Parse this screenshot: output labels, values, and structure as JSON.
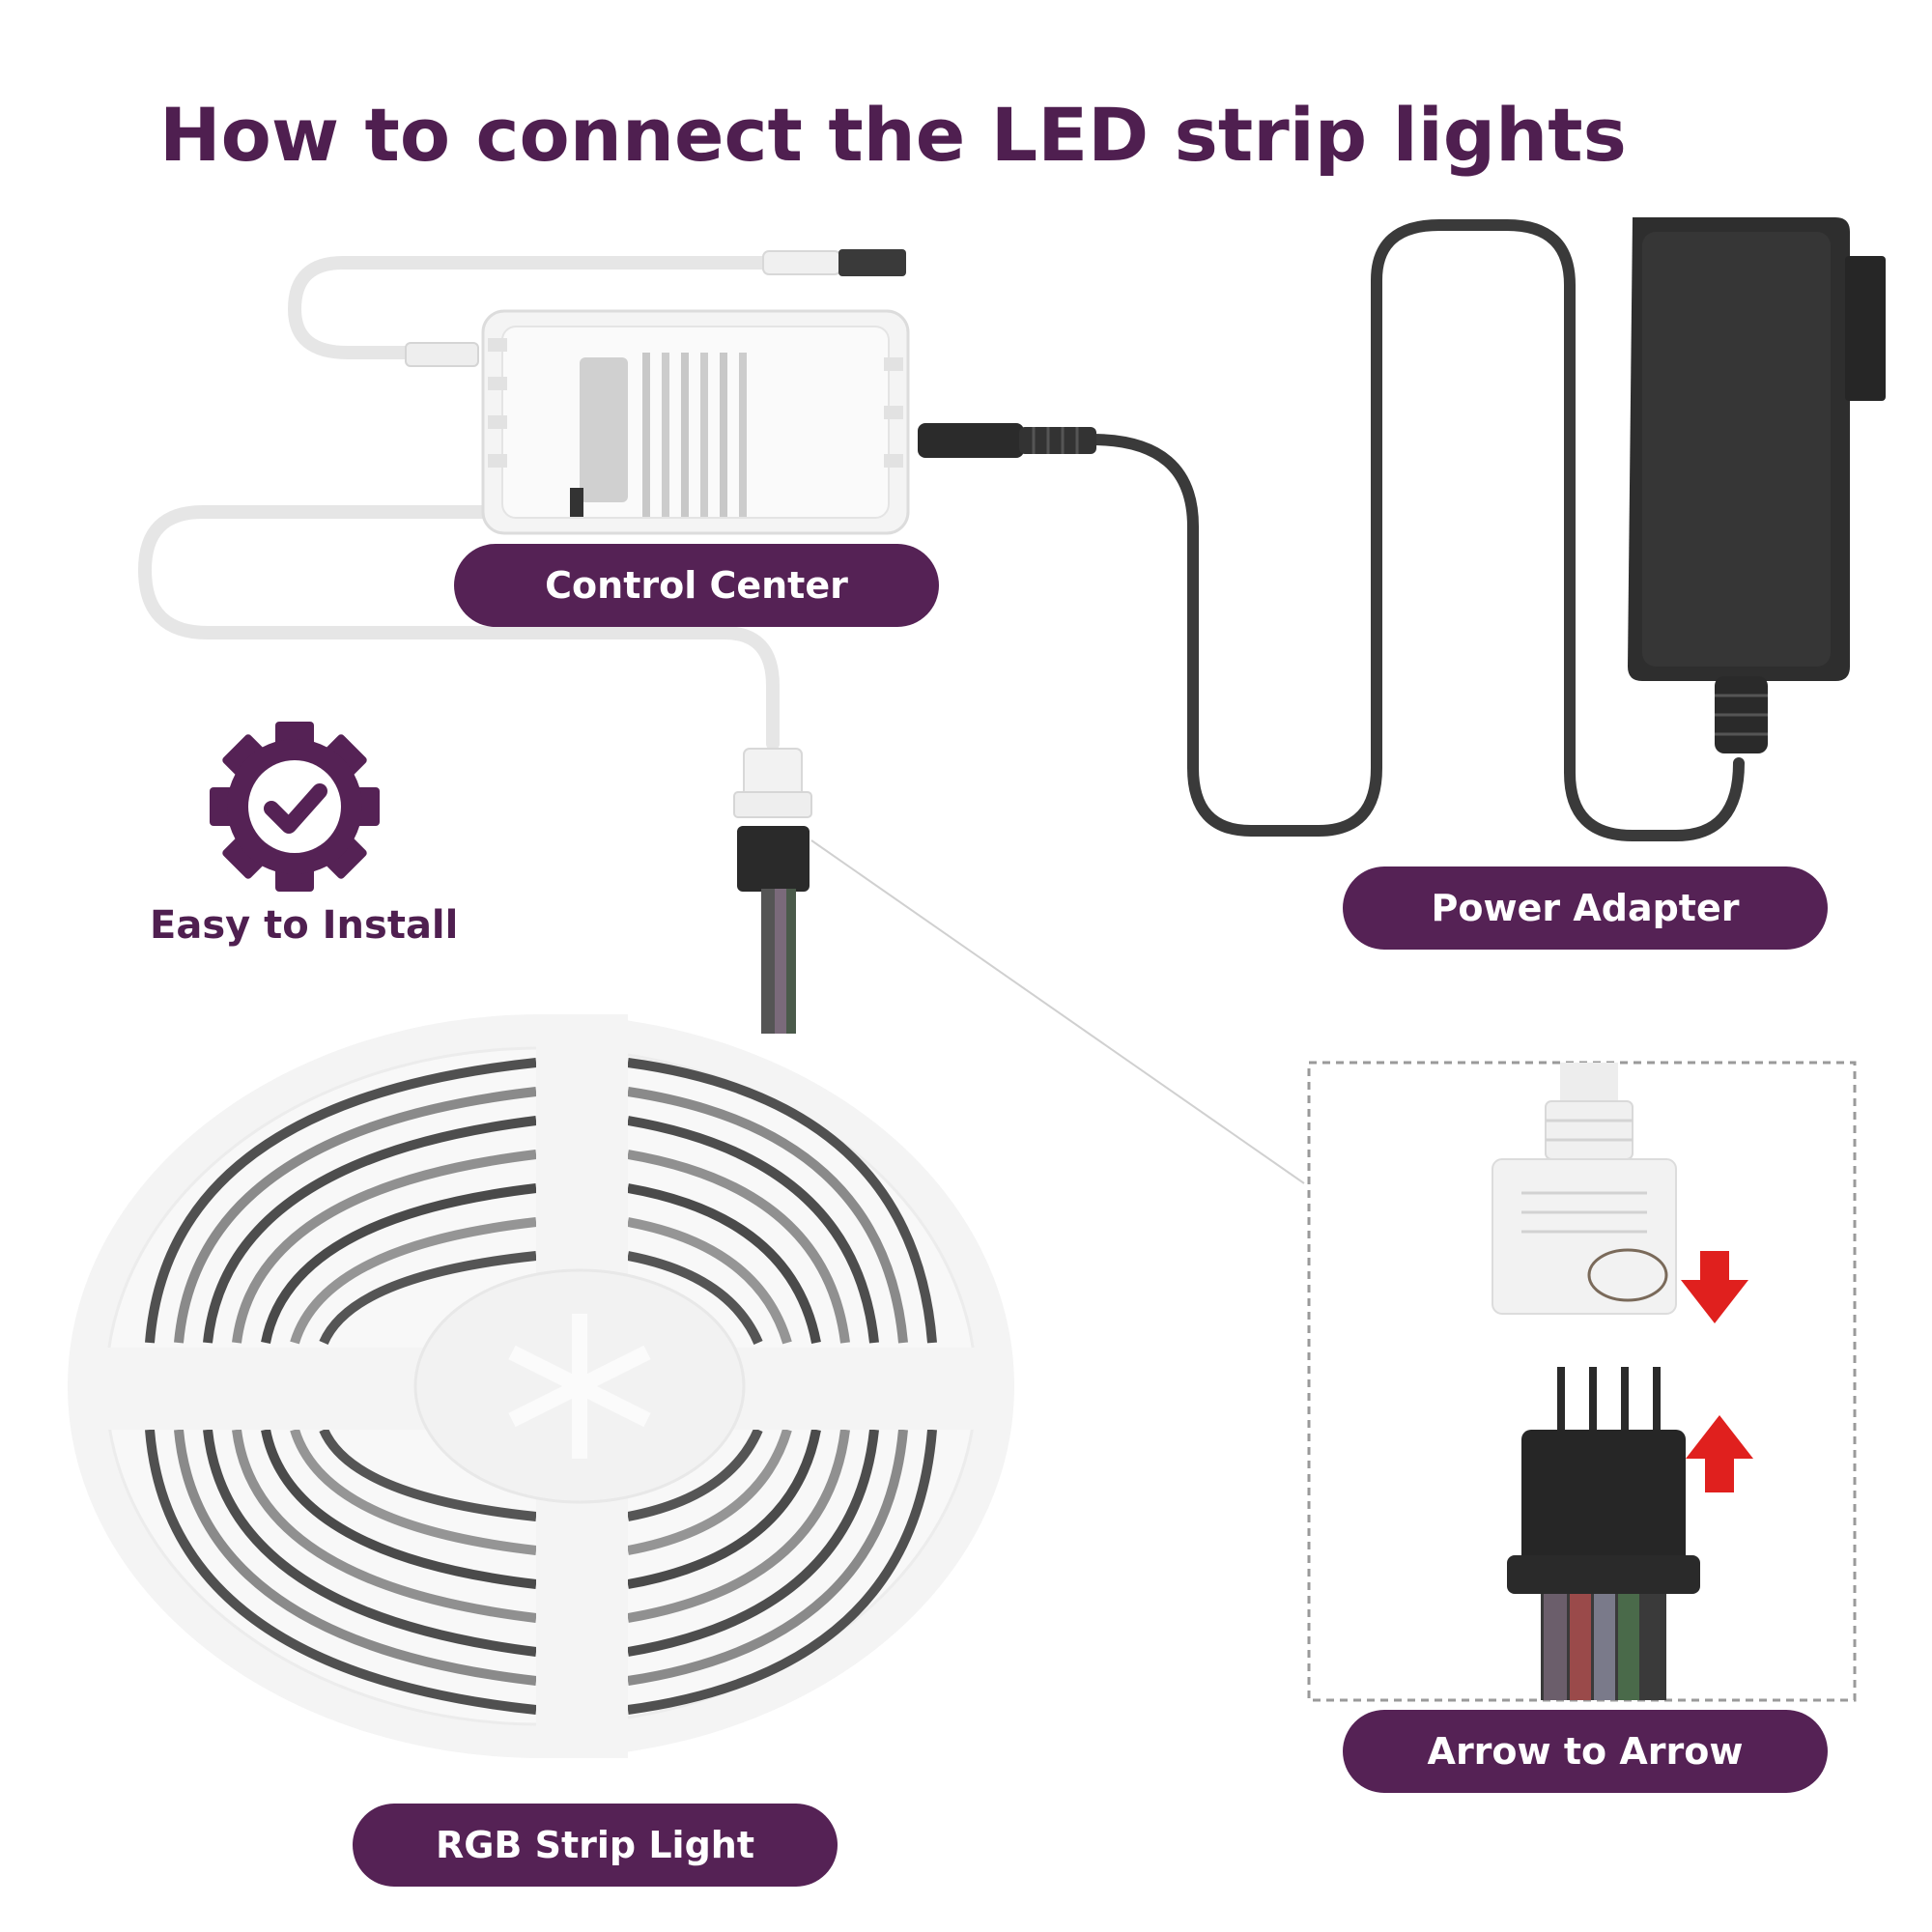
{
  "title": "How  to connect the LED strip lights",
  "labels": {
    "control_center": "Control Center",
    "power_adapter": "Power Adapter",
    "arrow_to_arrow": "Arrow to Arrow",
    "rgb_strip_light": "RGB Strip Light",
    "easy_install": "Easy to Install"
  },
  "colors": {
    "brand_purple": "#552255",
    "title_purple": "#4f1f50",
    "arrow_red": "#e0201e",
    "adapter_black": "#2e2e2e"
  },
  "icons": {
    "easy_install": "gear-check-icon",
    "direction_arrows": "red-arrow-icon"
  }
}
